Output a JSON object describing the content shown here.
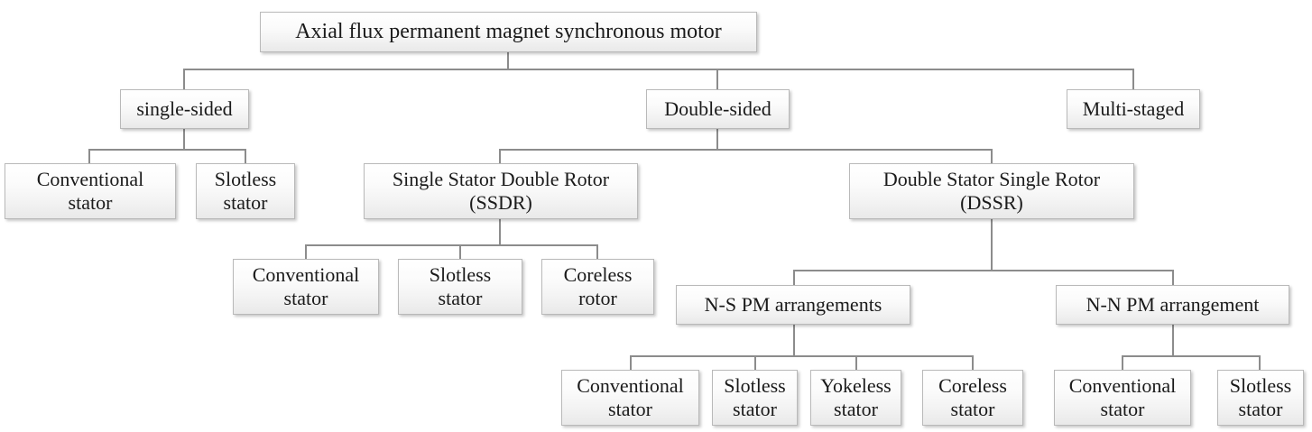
{
  "diagram": {
    "title": "Axial flux permanent magnet synchronous motor classification tree",
    "type": "hierarchy-tree",
    "colors": {
      "box_border": "#b9b9b9",
      "box_fill_top": "#ffffff",
      "box_fill_bottom": "#e9e9e9",
      "connector": "#8c8c8c",
      "text": "#1a1a1a",
      "background": "#ffffff"
    }
  },
  "nodes": {
    "root": {
      "line1": "Axial flux permanent magnet synchronous motor"
    },
    "single_sided": {
      "line1": "single-sided"
    },
    "double_sided": {
      "line1": "Double-sided"
    },
    "multi_staged": {
      "line1": "Multi-staged"
    },
    "ss_conventional": {
      "line1": "Conventional",
      "line2": "stator"
    },
    "ss_slotless": {
      "line1": "Slotless",
      "line2": "stator"
    },
    "ssdr": {
      "line1": "Single Stator Double Rotor",
      "line2": "(SSDR)"
    },
    "dssr": {
      "line1": "Double Stator Single Rotor",
      "line2": "(DSSR)"
    },
    "ssdr_conventional": {
      "line1": "Conventional",
      "line2": "stator"
    },
    "ssdr_slotless": {
      "line1": "Slotless",
      "line2": "stator"
    },
    "ssdr_coreless": {
      "line1": "Coreless",
      "line2": "rotor"
    },
    "ns_pm": {
      "line1": "N-S PM arrangements"
    },
    "nn_pm": {
      "line1": "N-N PM arrangement"
    },
    "ns_conventional": {
      "line1": "Conventional",
      "line2": "stator"
    },
    "ns_slotless": {
      "line1": "Slotless",
      "line2": "stator"
    },
    "ns_yokeless": {
      "line1": "Yokeless",
      "line2": "stator"
    },
    "ns_coreless": {
      "line1": "Coreless",
      "line2": "stator"
    },
    "nn_conventional": {
      "line1": "Conventional",
      "line2": "stator"
    },
    "nn_slotless": {
      "line1": "Slotless",
      "line2": "stator"
    }
  }
}
